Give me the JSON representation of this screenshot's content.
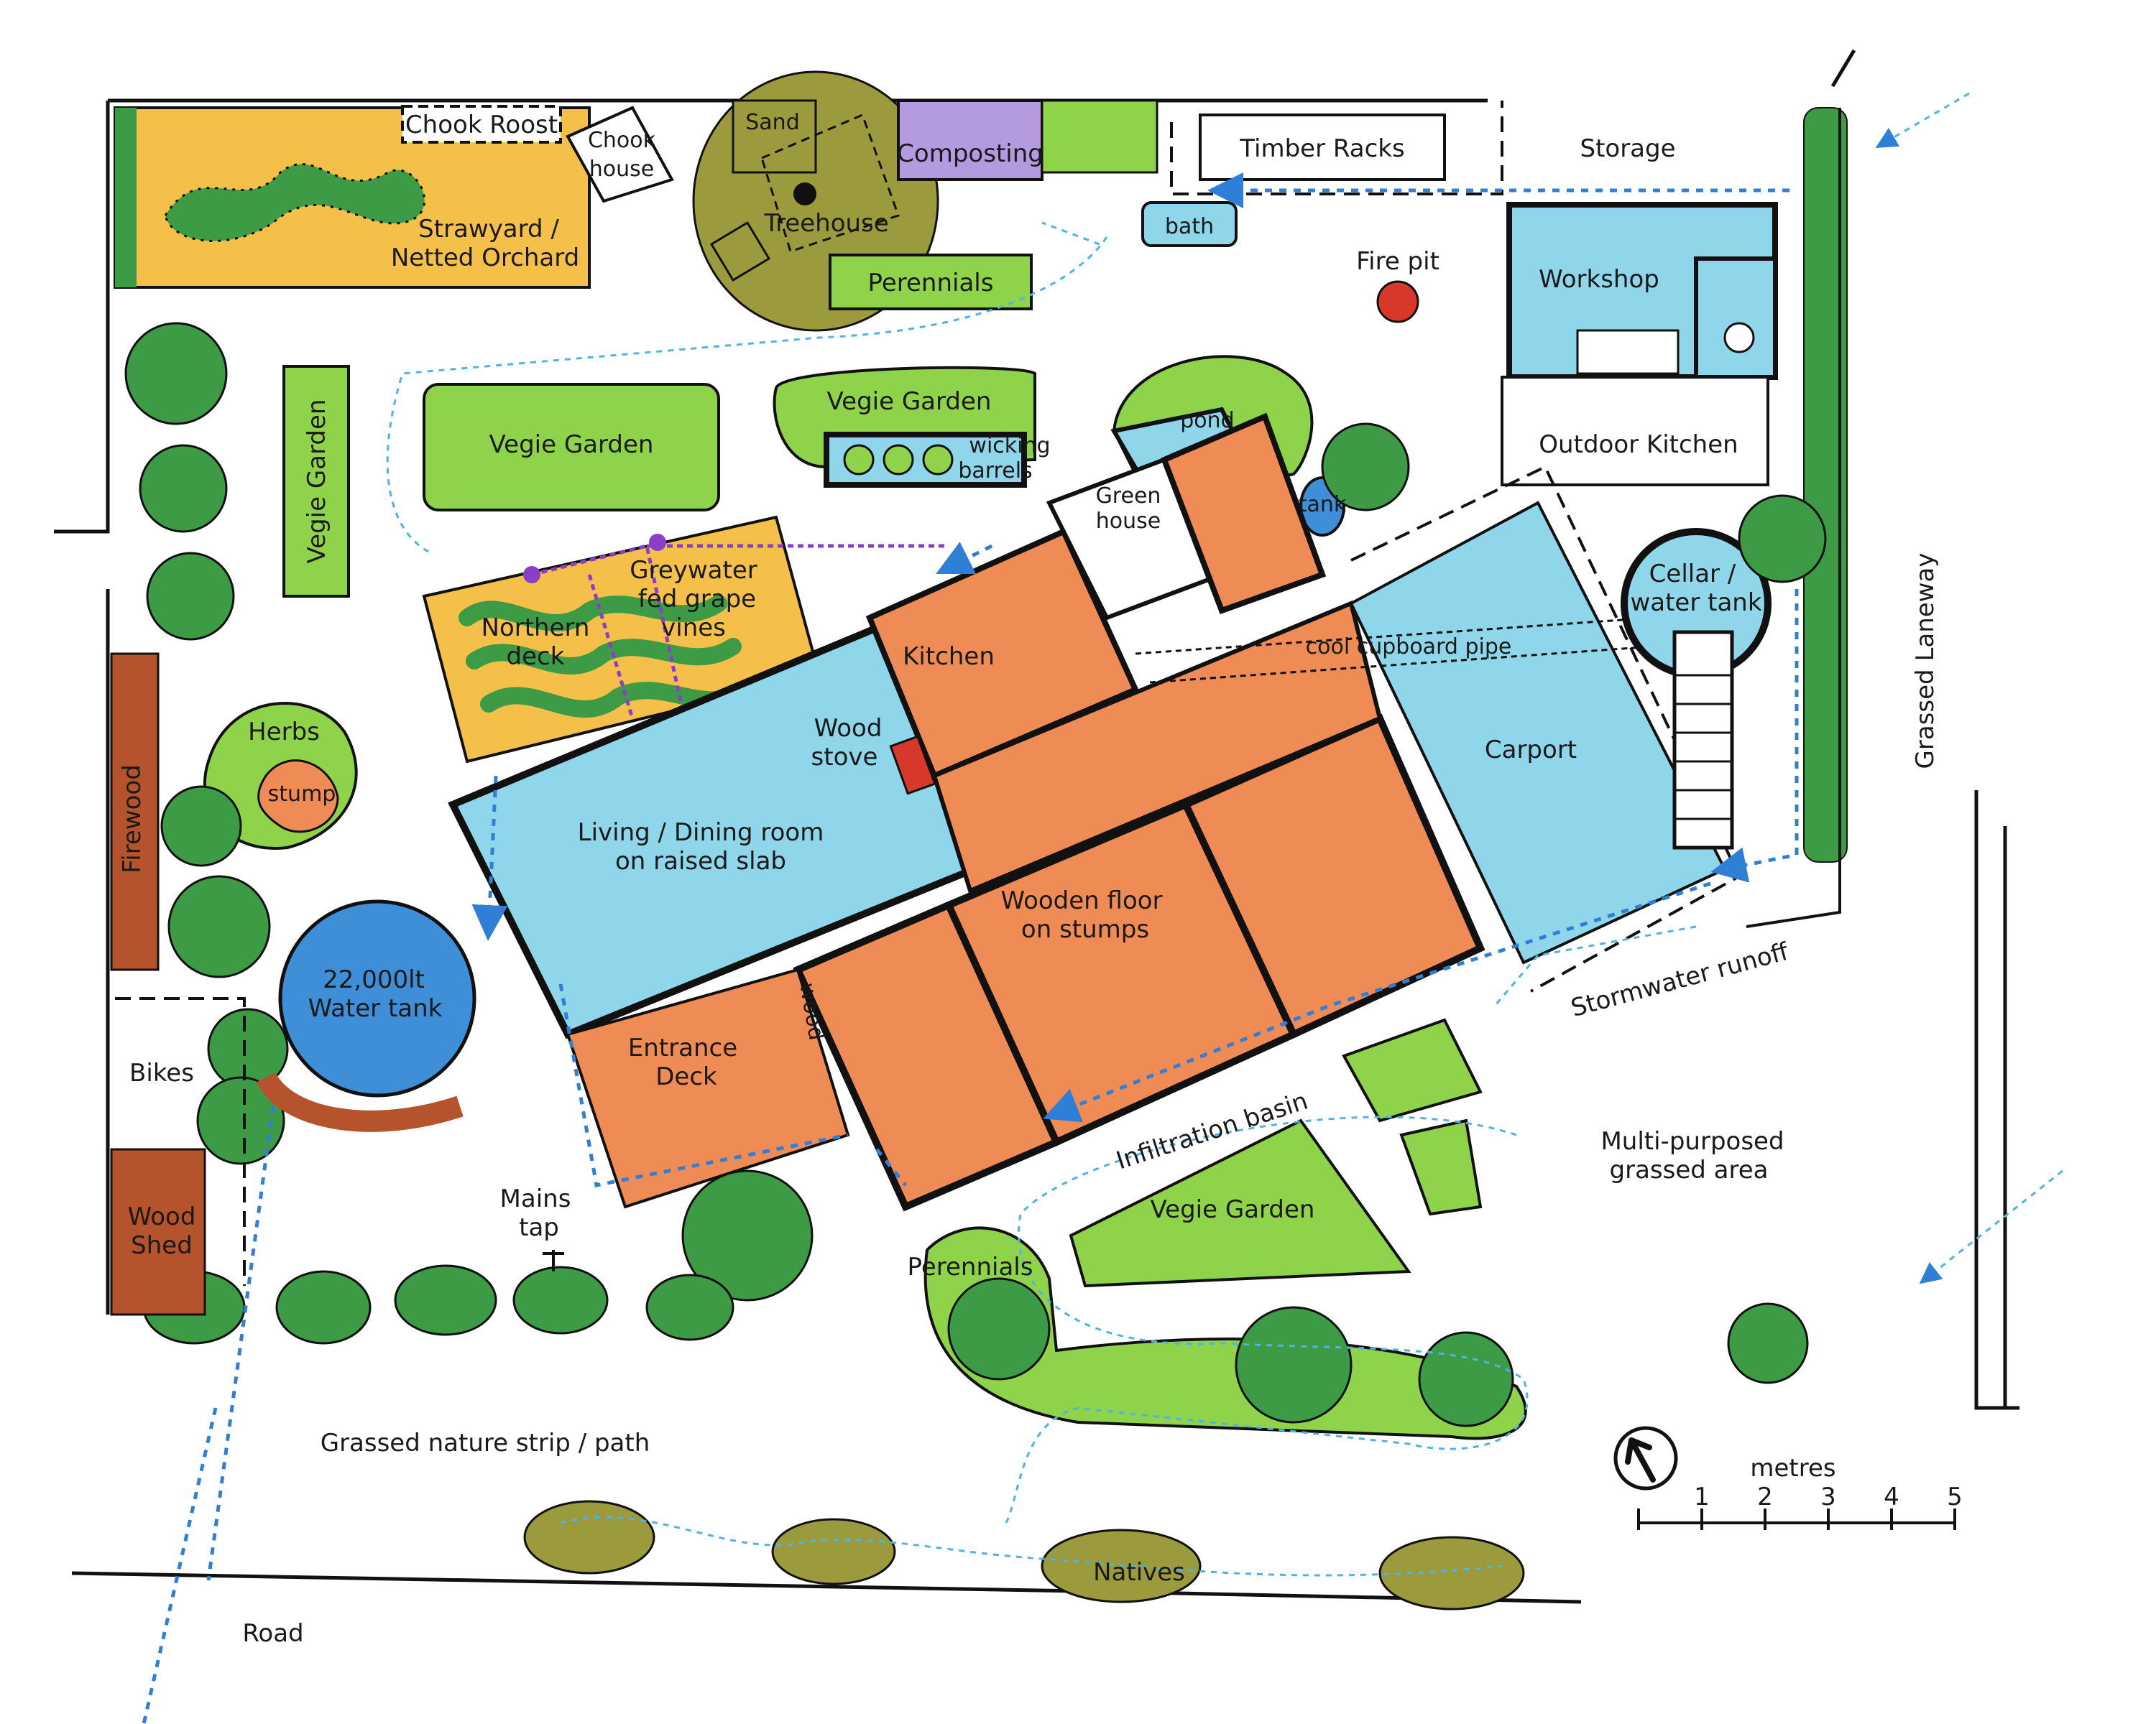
{
  "labels": {
    "chook_roost": "Chook Roost",
    "chook_house_1": "Chook",
    "chook_house_2": "house",
    "sand": "Sand",
    "composting": "Composting",
    "timber_racks": "Timber Racks",
    "storage": "Storage",
    "bath": "bath",
    "treehouse": "Treehouse",
    "strawyard_1": "Strawyard /",
    "strawyard_2": "Netted Orchard",
    "perennials_top": "Perennials",
    "fire_pit": "Fire pit",
    "workshop": "Workshop",
    "vegie_left": "Vegie Garden",
    "vegie_mid": "Vegie Garden",
    "vegie_top": "Vegie Garden",
    "wicking_1": "wicking",
    "wicking_2": "barrels",
    "pond": "pond",
    "green_house_1": "Green",
    "green_house_2": "house",
    "tank_small": "tank",
    "outdoor_kitchen": "Outdoor Kitchen",
    "northern_deck_1": "Northern",
    "northern_deck_2": "deck",
    "greywater_1": "Greywater",
    "greywater_2": "fed grape",
    "greywater_3": "vines",
    "kitchen": "Kitchen",
    "cool_cupboard": "cool cupboard pipe",
    "cellar_1": "Cellar /",
    "cellar_2": "water tank",
    "grassed_laneway": "Grassed Laneway",
    "herbs": "Herbs",
    "stump": "stump",
    "firewood": "Firewood",
    "wood_stove_1": "Wood",
    "wood_stove_2": "stove",
    "living_1": "Living / Dining room",
    "living_2": "on raised slab",
    "carport": "Carport",
    "wooden_floor_1": "Wooden floor",
    "wooden_floor_2": "on stumps",
    "water_tank_1": "22,000lt",
    "water_tank_2": "Water tank",
    "stormwater": "Stormwater runoff",
    "bikes": "Bikes",
    "entrance_1": "Entrance",
    "entrance_2": "Deck",
    "wood_small": "wood",
    "infiltration": "Infiltration basin",
    "multi_1": "Multi-purposed",
    "multi_2": "grassed area",
    "mains_1": "Mains",
    "mains_2": "tap",
    "wood_shed_1": "Wood",
    "wood_shed_2": "Shed",
    "vegie_bottom": "Vegie Garden",
    "perennials_bottom": "Perennials",
    "nature_strip": "Grassed nature strip / path",
    "natives": "Natives",
    "road": "Road",
    "scale_title": "metres",
    "scale_ticks": [
      "1",
      "2",
      "3",
      "4",
      "5"
    ]
  },
  "colors": {
    "lawn_green": "#8fd34a",
    "tree_green": "#3d9a45",
    "water_blue": "#8fd6ea",
    "tank_blue": "#3f8fd8",
    "floor_orange": "#ef8b55",
    "straw_yellow": "#f4c04a",
    "olive": "#9b9a3c",
    "lavender": "#b49be0",
    "brown": "#b5542c",
    "path_blue": "#3b8de0",
    "greywater_purple": "#8a3fc9",
    "fire_red": "#d8382a"
  },
  "icons": [
    "north-arrow-icon",
    "tap-icon",
    "water-flow-arrow-icon"
  ]
}
